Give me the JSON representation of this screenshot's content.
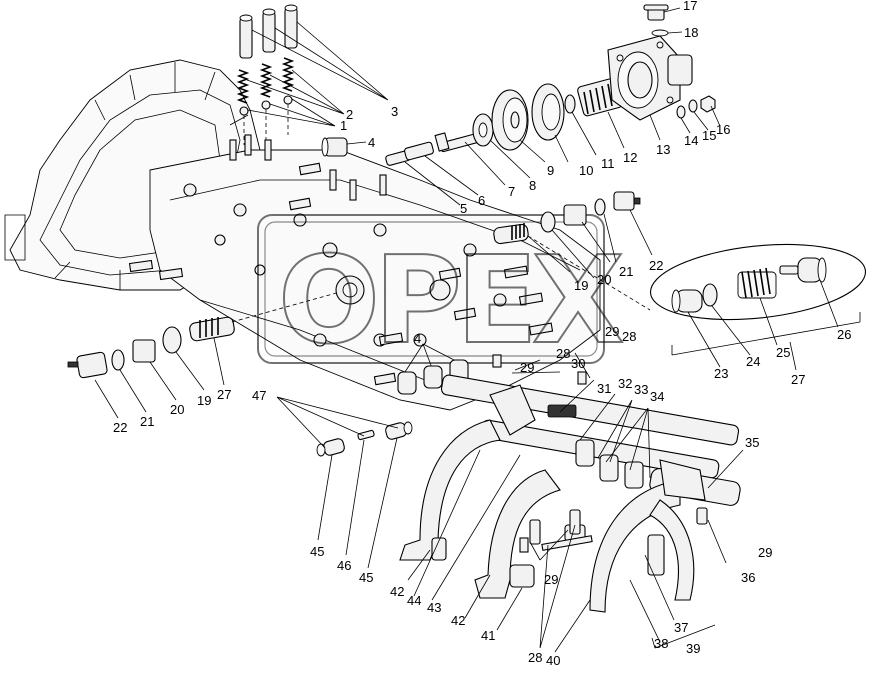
{
  "watermark": {
    "text": "OPEX"
  },
  "callouts": {
    "c1": "1",
    "c2": "2",
    "c3": "3",
    "c4": "4",
    "c4b": "4",
    "c5": "5",
    "c6": "6",
    "c7": "7",
    "c8": "8",
    "c9": "9",
    "c10": "10",
    "c11": "11",
    "c12": "12",
    "c13": "13",
    "c14": "14",
    "c15": "15",
    "c16": "16",
    "c17": "17",
    "c18": "18",
    "c19a": "19",
    "c20a": "20",
    "c21a": "21",
    "c22a": "22",
    "c23": "23",
    "c24": "24",
    "c25": "25",
    "c26": "26",
    "c27a": "27",
    "c22b": "22",
    "c21b": "21",
    "c20b": "20",
    "c19b": "19",
    "c27b": "27",
    "c28a": "28",
    "c29a": "29",
    "c28b": "28",
    "c29b": "29",
    "c30": "30",
    "c31": "31",
    "c32": "32",
    "c33": "33",
    "c34": "34",
    "c35": "35",
    "c29c": "29",
    "c36": "36",
    "c29d": "29",
    "c28c": "28",
    "c37": "37",
    "c38": "38",
    "c39": "39",
    "c40": "40",
    "c41": "41",
    "c42a": "42",
    "c42b": "42",
    "c43": "43",
    "c44": "44",
    "c45a": "45",
    "c45b": "45",
    "c46": "46",
    "c47": "47"
  }
}
